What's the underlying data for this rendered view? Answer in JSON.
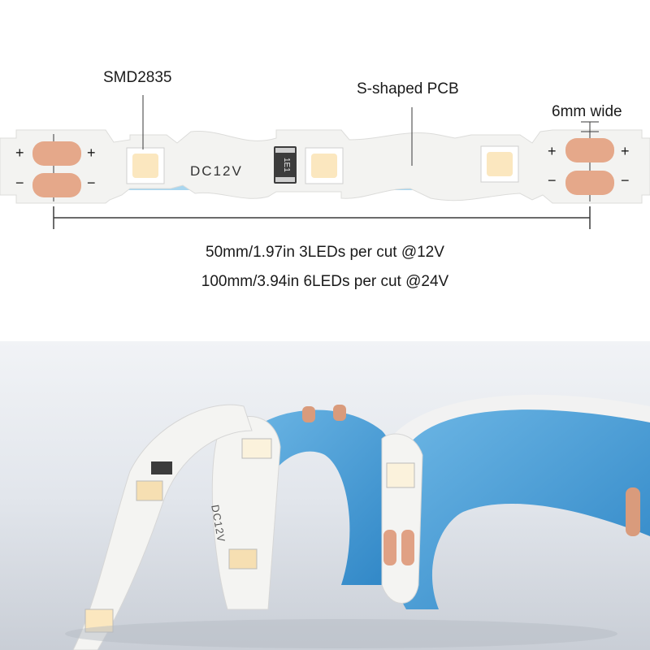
{
  "labels": {
    "led_type": "SMD2835",
    "pcb_shape": "S-shaped PCB",
    "width": "6mm wide",
    "pcb_print": "DC12V",
    "resistor_code": "1E1",
    "photo_print": "DC12V"
  },
  "cut_info": {
    "line_12v": "50mm/1.97in 3LEDs per cut @12V",
    "line_24v": "100mm/3.94in 6LEDs per cut @24V"
  },
  "polarity": {
    "plus": "+",
    "minus": "−"
  },
  "colors": {
    "pcb": "#f2f2f0",
    "pad": "#e5a88a",
    "led": "#fbe7bf",
    "backing": "#4fa6dc",
    "text": "#1a1a1a"
  }
}
